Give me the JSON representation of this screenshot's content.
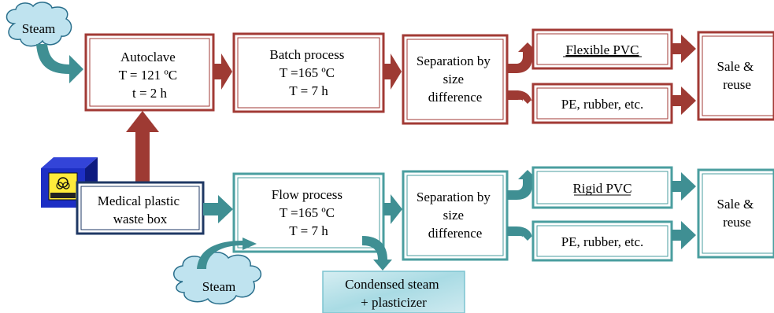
{
  "colors": {
    "red_stroke": "#a23a35",
    "red_arrow": "#9e3a33",
    "teal_stroke": "#4a9e9f",
    "teal_arrow": "#3f8f93",
    "navy_stroke": "#1f3864",
    "cloud_fill": "#bfe3ef",
    "cloud_stroke": "#2a6f8c",
    "condensed_fill": "#bfe4ea"
  },
  "icons": {
    "waste_box": "biohazard-box-icon"
  },
  "top_row": {
    "steam": "Steam",
    "autoclave": [
      "Autoclave",
      "T = 121 ºC",
      "t = 2 h"
    ],
    "batch": [
      "Batch process",
      "T =165 ºC",
      "T = 7 h"
    ],
    "separation": [
      "Separation by",
      "size",
      "difference"
    ],
    "flexible_pvc": "Flexible PVC",
    "pe_rubber": "PE, rubber, etc.",
    "sale": [
      "Sale &",
      "reuse"
    ]
  },
  "bottom_row": {
    "waste_box": [
      "Medical plastic",
      "waste box"
    ],
    "flow": [
      "Flow process",
      "T =165 ºC",
      "T = 7 h"
    ],
    "separation": [
      "Separation by",
      "size",
      "difference"
    ],
    "rigid_pvc": "Rigid PVC",
    "pe_rubber": "PE, rubber, etc.",
    "sale": [
      "Sale &",
      "reuse"
    ],
    "steam": "Steam",
    "condensed": [
      "Condensed steam",
      "+ plasticizer"
    ]
  }
}
